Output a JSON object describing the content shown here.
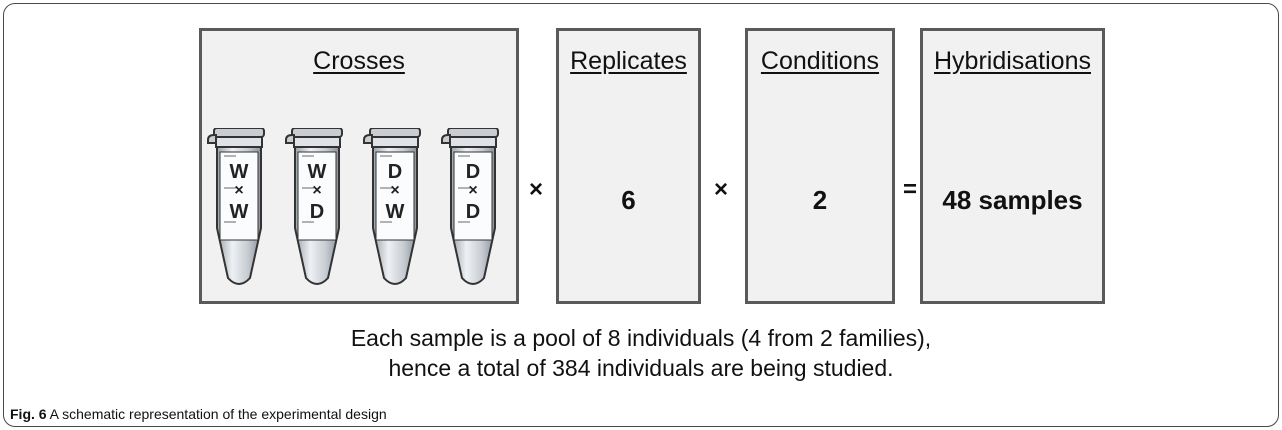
{
  "boxes": {
    "crosses": {
      "title": "Crosses"
    },
    "replicates": {
      "title": "Replicates",
      "value": "6"
    },
    "conditions": {
      "title": "Conditions",
      "value": "2"
    },
    "hybridisations": {
      "title": "Hybridisations",
      "value": "48 samples"
    }
  },
  "operators": {
    "times1": "×",
    "times2": "×",
    "equals": "="
  },
  "tubes": [
    {
      "top": "W",
      "mid": "×",
      "bottom": "W"
    },
    {
      "top": "W",
      "mid": "×",
      "bottom": "D"
    },
    {
      "top": "D",
      "mid": "×",
      "bottom": "W"
    },
    {
      "top": "D",
      "mid": "×",
      "bottom": "D"
    }
  ],
  "caption": {
    "line1": "Each sample is a pool of 8 individuals (4 from 2 families),",
    "line2": "hence a total of 384 individuals are being studied."
  },
  "figure": {
    "label": "Fig. 6",
    "text": " A schematic representation of the experimental design"
  }
}
